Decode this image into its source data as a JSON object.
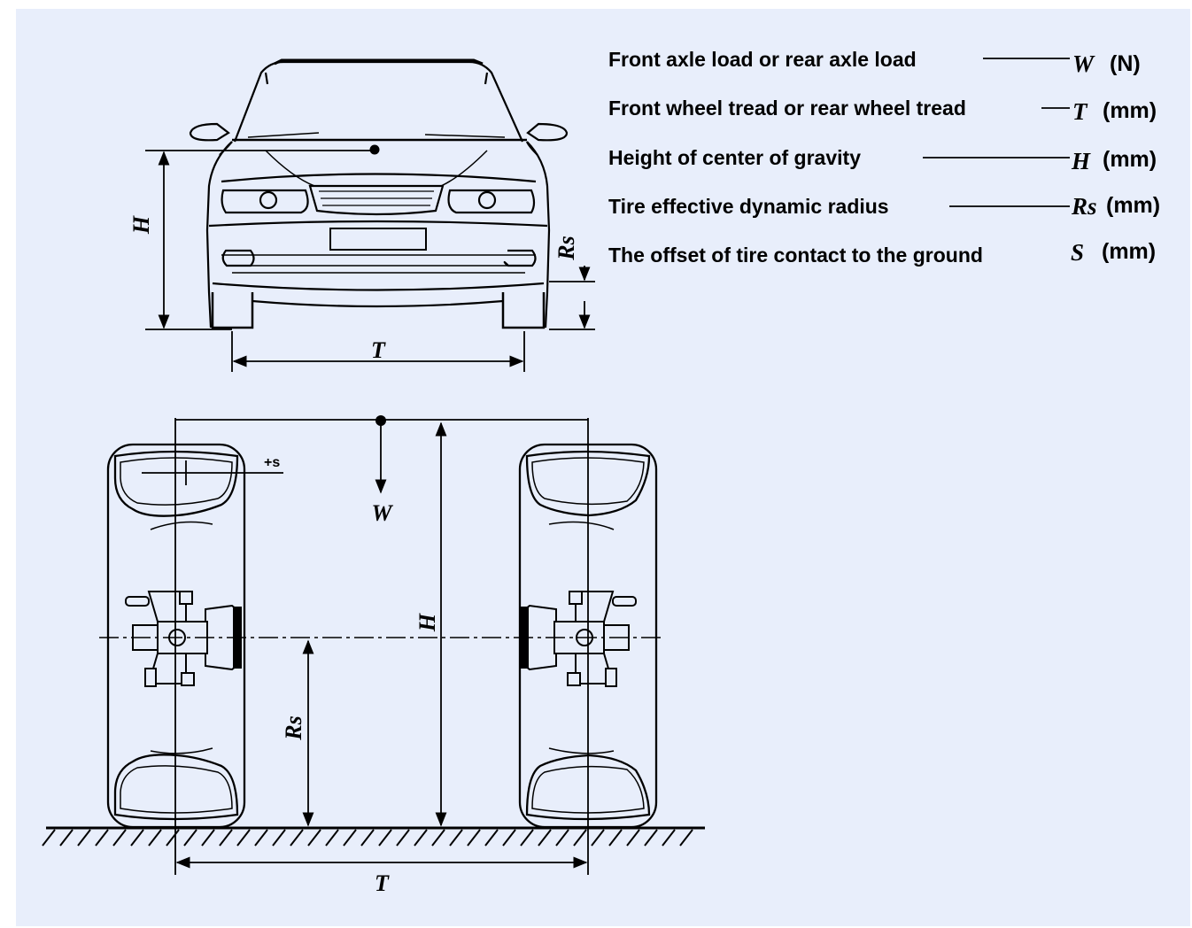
{
  "legend": [
    {
      "label": "Front axle load or rear axle load",
      "symbol": "W",
      "unit": "(N)"
    },
    {
      "label": "Front wheel tread or rear wheel tread",
      "symbol": "T",
      "unit": "(mm)"
    },
    {
      "label": "Height of center of gravity",
      "symbol": "H",
      "unit": "(mm)"
    },
    {
      "label": "Tire effective dynamic radius",
      "symbol": "Rs",
      "unit": "(mm)"
    },
    {
      "label": "The offset of tire contact to the ground",
      "symbol": "S",
      "unit": "(mm)"
    }
  ],
  "front_view": {
    "height_label": "H",
    "radius_label": "Rs",
    "tread_label": "T"
  },
  "axle_section": {
    "offset_label": "+s",
    "load_label": "W",
    "height_label": "H",
    "radius_label": "Rs",
    "tread_label": "T"
  }
}
